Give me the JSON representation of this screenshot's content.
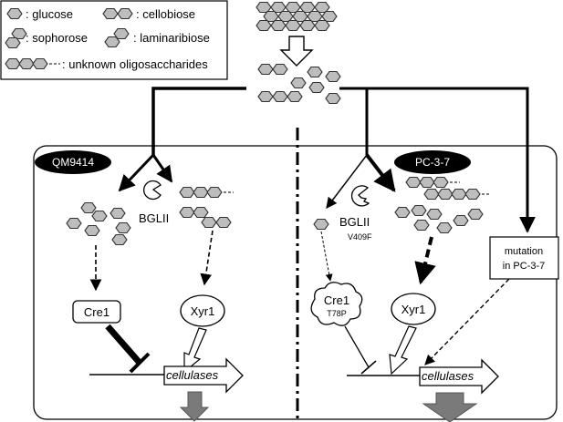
{
  "legend": {
    "glucose": ": glucose",
    "cellobiose": ": cellobiose",
    "sophorose": ": sophorose",
    "laminaribiose": ": laminaribiose",
    "unknown": ": unknown oligosaccharides"
  },
  "left": {
    "strain": "QM9414",
    "enzyme": "BGLII",
    "cre1": "Cre1",
    "xyr1": "Xyr1",
    "cellulases": "cellulases"
  },
  "right": {
    "strain": "PC-3-7",
    "enzyme": "BGLII",
    "enzyme_mutation": "V409F",
    "cre1": "Cre1",
    "cre1_mutation": "T78P",
    "xyr1": "Xyr1",
    "mutation_box_line1": "mutation",
    "mutation_box_line2": "in PC-3-7",
    "cellulases": "cellulases"
  },
  "colors": {
    "sugar_fill": "#bdbdbd",
    "sugar_stroke": "#333333",
    "output_arrow": "#7a7a7a",
    "strain_badge": "#000000"
  }
}
